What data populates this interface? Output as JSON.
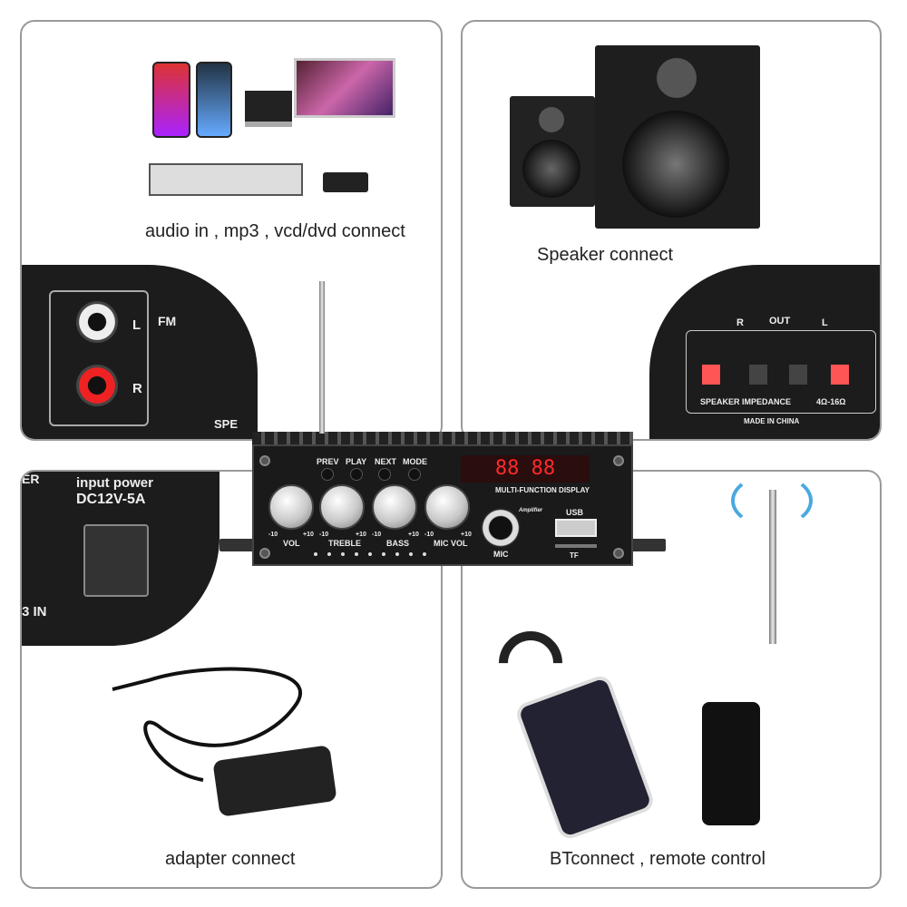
{
  "panels": {
    "audio_in": {
      "caption": "audio in , mp3 , vcd/dvd connect",
      "jack_labels": {
        "l": "L",
        "r": "R",
        "fm": "FM",
        "spe": "SPE"
      }
    },
    "speaker": {
      "caption": "Speaker connect",
      "terminal": {
        "r": "R",
        "out": "OUT",
        "l": "L",
        "impedance": "SPEAKER IMPEDANCE",
        "ohms": "4Ω-16Ω",
        "made_in": "MADE IN CHINA"
      }
    },
    "adapter": {
      "caption": "adapter connect",
      "power_label": "input power",
      "power_spec": "DC12V-5A",
      "in_label": "3 IN",
      "cut_label": "ER"
    },
    "bt": {
      "caption": "BTconnect , remote control"
    }
  },
  "amplifier": {
    "buttons": [
      "PREV",
      "PLAY",
      "NEXT",
      "MODE"
    ],
    "display_value": "88 88",
    "display_label": "MULTI-FUNCTION DISPLAY",
    "logo_text": "Amplifier",
    "knobs": [
      {
        "label": "VOL",
        "min": "-10",
        "max": "+10"
      },
      {
        "label": "TREBLE",
        "min": "-10",
        "max": "+10"
      },
      {
        "label": "BASS",
        "min": "-10",
        "max": "+10"
      },
      {
        "label": "MIC VOL",
        "min": "-10",
        "max": "+10"
      }
    ],
    "mic_label": "MIC",
    "usb_label": "USB",
    "tf_label": "TF",
    "display_color": "#ff2a2a"
  }
}
